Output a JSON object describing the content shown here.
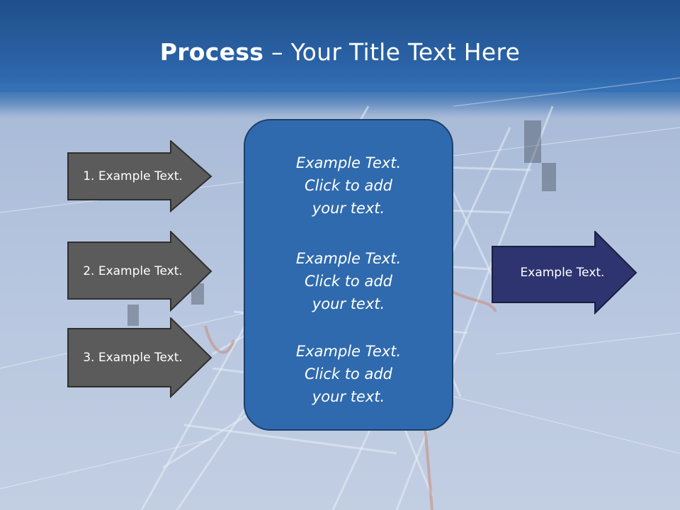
{
  "slide": {
    "title_bold": "Process",
    "title_rest": " – Your Title Text Here"
  },
  "left_arrows": [
    {
      "label": "1. Example Text."
    },
    {
      "label": "2. Example Text."
    },
    {
      "label": "3. Example Text."
    }
  ],
  "center_box": {
    "blocks": [
      {
        "line1": "Example Text.",
        "line2": "Click  to add",
        "line3": "your text."
      },
      {
        "line1": "Example Text.",
        "line2": "Click  to add",
        "line3": "your text."
      },
      {
        "line1": "Example Text.",
        "line2": "Click  to add",
        "line3": "your text."
      }
    ]
  },
  "right_arrow": {
    "label": "Example Text."
  },
  "colors": {
    "header": "#2b63a7",
    "left_arrow_fill": "#5b5b5b",
    "center_box_fill": "#2f6aae",
    "right_arrow_fill": "#2e3470"
  }
}
